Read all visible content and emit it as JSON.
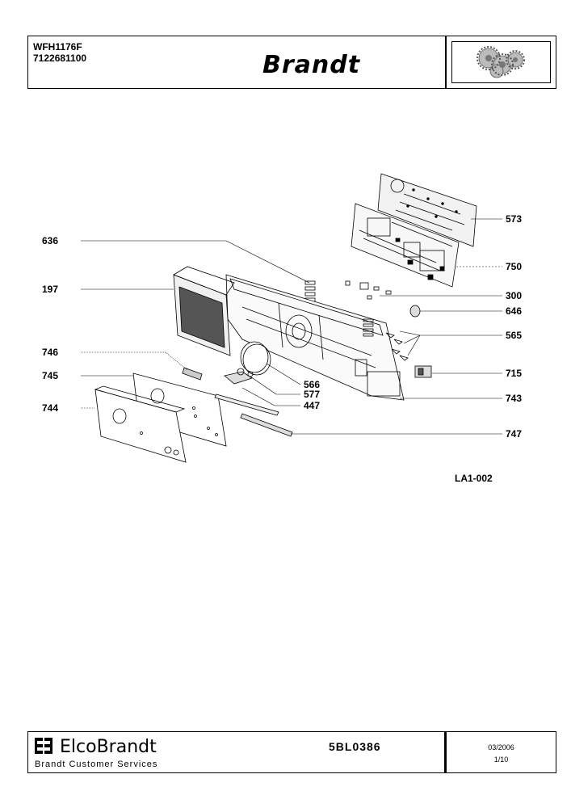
{
  "header": {
    "model": "WFH1176F",
    "part_number": "7122681100",
    "brand": "Brandt"
  },
  "diagram": {
    "code": "LA1-002",
    "labels": {
      "l636": "636",
      "l197": "197",
      "l746": "746",
      "l745": "745",
      "l744": "744",
      "l573": "573",
      "l750": "750",
      "l300": "300",
      "l646": "646",
      "l565": "565",
      "l715": "715",
      "l566": "566",
      "l577": "577",
      "l447": "447",
      "l743": "743",
      "l747": "747"
    }
  },
  "footer": {
    "company_prefix": "Elco",
    "company_suffix": "Brandt",
    "services": "Brandt Customer Services",
    "reference": "5BL0386",
    "date": "03/2006",
    "page": "1/10"
  }
}
